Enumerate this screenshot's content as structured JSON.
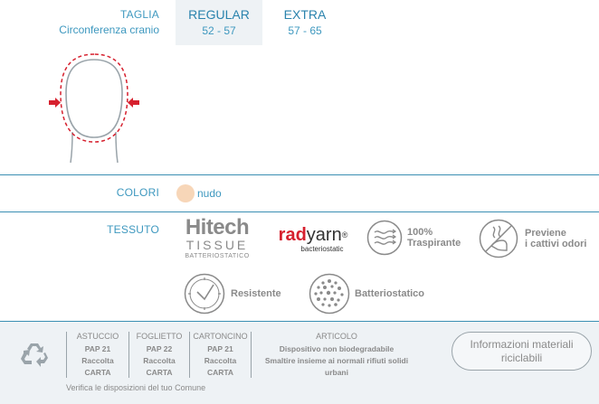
{
  "sizes": {
    "label_size": "TAGLIA",
    "label_circ": "Circonferenza cranio",
    "regular": {
      "name": "REGULAR",
      "range": "52 - 57"
    },
    "extra": {
      "name": "EXTRA",
      "range": "57 - 65"
    }
  },
  "colors": {
    "label": "COLORI",
    "items": [
      {
        "name": "nudo",
        "hex": "#f7d6b8"
      }
    ]
  },
  "tissue": {
    "label": "TESSUTO",
    "hitech": {
      "line1": "Hitech",
      "line2": "TISSUE",
      "line3": "BATTERIOSTATICO"
    },
    "radyarn": {
      "rad": "rad",
      "yarn": "yarn",
      "reg": "®",
      "sub": "bacteriostatic"
    },
    "features": {
      "traspirante": {
        "line1": "100%",
        "line2": "Traspirante"
      },
      "previene": {
        "line1": "Previene",
        "line2": "i cattivi odori"
      },
      "resistente": "Resistente",
      "batteriostatico": "Batteriostatico"
    }
  },
  "footer": {
    "astuccio": {
      "title": "ASTUCCIO",
      "code": "PAP 21",
      "collect": "Raccolta",
      "material": "CARTA"
    },
    "foglietto": {
      "title": "FOGLIETTO",
      "code": "PAP 22",
      "collect": "Raccolta",
      "material": "CARTA"
    },
    "cartoncino": {
      "title": "CARTONCINO",
      "code": "PAP 21",
      "collect": "Raccolta",
      "material": "CARTA"
    },
    "articolo": {
      "title": "ARTICOLO",
      "line1": "Dispositivo non biodegradabile",
      "line2": "Smaltire insieme ai normali rifiuti solidi",
      "line3": "urbani"
    },
    "info_button": {
      "line1": "Informazioni materiali",
      "line2": "riciclabili"
    },
    "verify": "Verifica le disposizioni del tuo Comune"
  },
  "theme": {
    "accent": "#2a83ad",
    "panel": "#eef2f5",
    "arrow": "#d6202e",
    "grey": "#8a8a8a"
  }
}
